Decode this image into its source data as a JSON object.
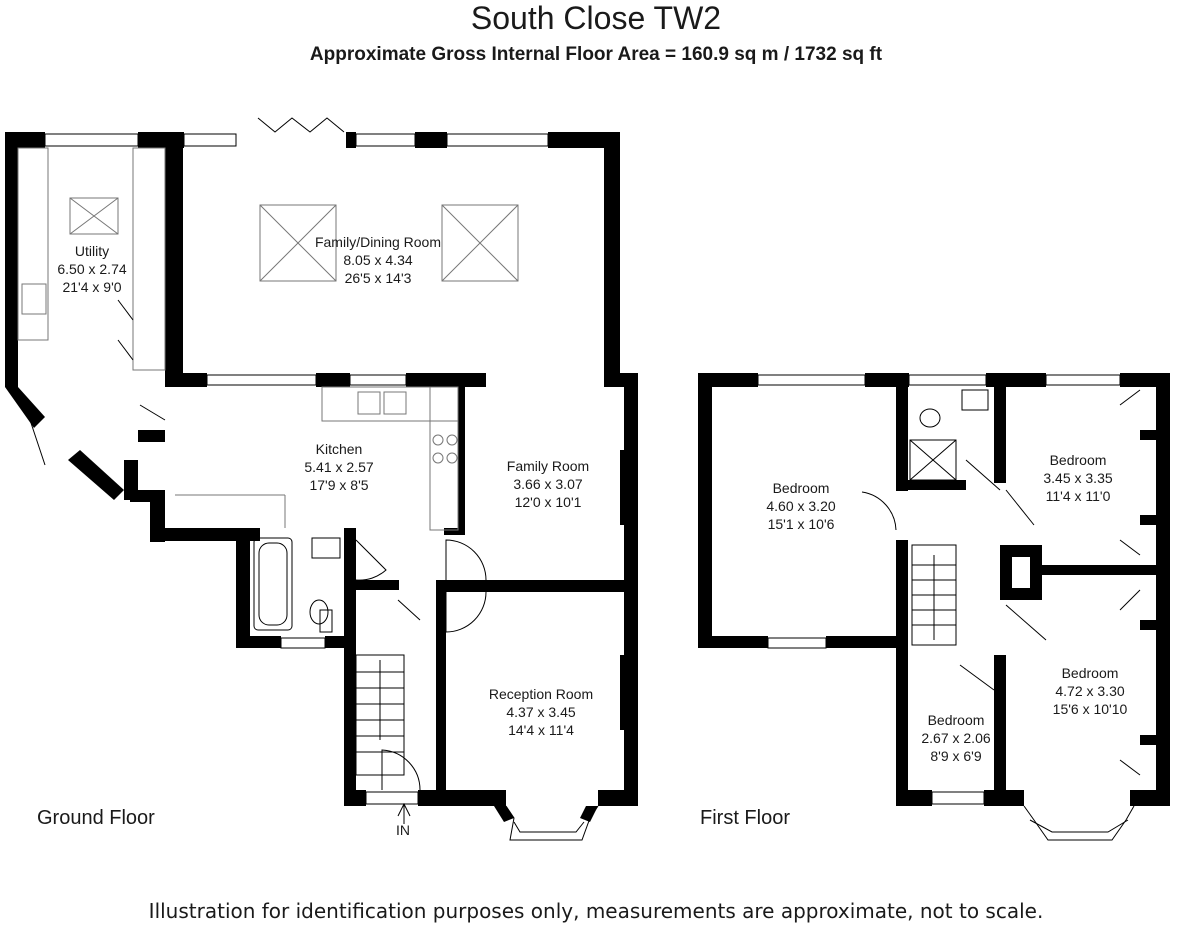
{
  "header": {
    "title": "South Close TW2",
    "subtitle": "Approximate Gross Internal Floor Area  = 160.9 sq m / 1732 sq ft"
  },
  "floors": [
    {
      "label": "Ground Floor",
      "entrance": "IN",
      "rooms": [
        {
          "name": "Utility",
          "metric": "6.50 x 2.74",
          "imperial": "21'4 x 9'0"
        },
        {
          "name": "Family/Dining Room",
          "metric": "8.05 x 4.34",
          "imperial": "26'5 x 14'3"
        },
        {
          "name": "Kitchen",
          "metric": "5.41 x 2.57",
          "imperial": "17'9 x 8'5"
        },
        {
          "name": "Family Room",
          "metric": "3.66 x 3.07",
          "imperial": "12'0 x 10'1"
        },
        {
          "name": "Reception Room",
          "metric": "4.37 x 3.45",
          "imperial": "14'4 x 11'4"
        }
      ]
    },
    {
      "label": "First Floor",
      "rooms": [
        {
          "name": "Bedroom",
          "metric": "4.60 x 3.20",
          "imperial": "15'1 x 10'6"
        },
        {
          "name": "Bedroom",
          "metric": "3.45 x 3.35",
          "imperial": "11'4 x 11'0"
        },
        {
          "name": "Bedroom",
          "metric": "4.72 x 3.30",
          "imperial": "15'6 x 10'10"
        },
        {
          "name": "Bedroom",
          "metric": "2.67 x 2.06",
          "imperial": "8'9 x 6'9"
        }
      ]
    }
  ],
  "footer": {
    "disclaimer": "Illustration for identification purposes only, measurements are approximate, not to scale."
  }
}
